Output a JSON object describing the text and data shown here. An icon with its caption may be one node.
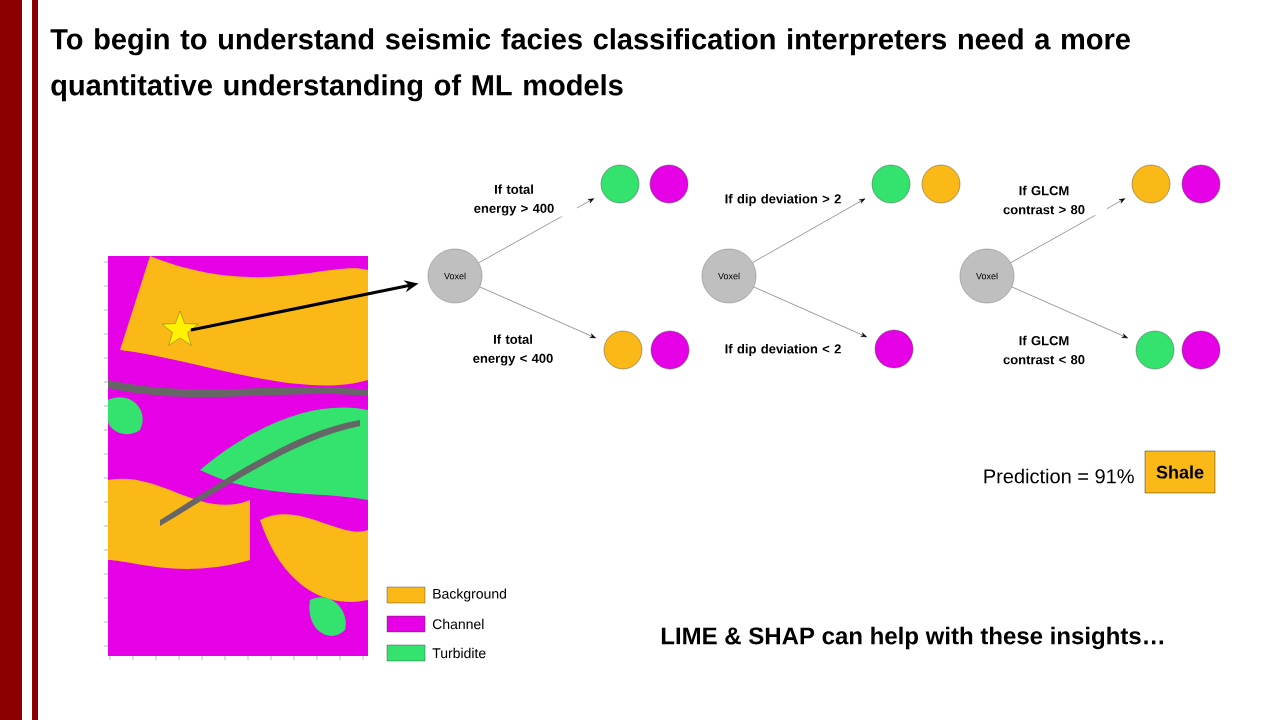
{
  "diagram": {
    "title": "To begin to understand seismic facies classification interpreters need a more quantitative understanding of ML models",
    "nodes": [
      {
        "text": [],
        "shape": "picture"
      },
      {
        "text": [],
        "shape": "star",
        "in": 0
      },
      {
        "text": [
          "Voxel"
        ]
      },
      {
        "text": [],
        "shape": "circle"
      },
      {
        "text": [],
        "shape": "circle"
      },
      {
        "text": [],
        "shape": "circle"
      },
      {
        "text": [],
        "shape": "circle"
      },
      {
        "text": [
          "Voxel"
        ]
      },
      {
        "text": [],
        "shape": "circle"
      },
      {
        "text": [],
        "shape": "circle"
      },
      {
        "text": [],
        "shape": "circle"
      },
      {
        "text": [
          "Voxel"
        ]
      },
      {
        "text": [],
        "shape": "circle"
      },
      {
        "text": [],
        "shape": "circle"
      },
      {
        "text": [],
        "shape": "circle"
      },
      {
        "text": [],
        "shape": "circle"
      },
      {
        "text": [
          "Shale"
        ],
        "beside": [
          "Prediction = 91%"
        ]
      }
    ],
    "edges": [
      {
        "from": 1,
        "to": 2,
        "arrow": "to",
        "style": "thick"
      },
      {
        "from": 2,
        "to": 3,
        "arrow": "to",
        "label": "If total energy > 400"
      },
      {
        "from": 2,
        "to": 5,
        "arrow": "to",
        "label": "If total energy < 400"
      },
      {
        "from": 7,
        "to": 8,
        "arrow": "to",
        "label": "If dip deviation > 2"
      },
      {
        "from": 7,
        "to": 10,
        "arrow": "to",
        "label": "If dip deviation < 2"
      },
      {
        "from": 11,
        "to": 12,
        "arrow": "to",
        "label": "If GLCM contrast > 80"
      },
      {
        "from": 11,
        "to": 14,
        "arrow": "to",
        "label": "If GLCM contrast < 80"
      }
    ],
    "labels": [
      "LIME & SHAP can help with these insights…"
    ],
    "legend": [
      {
        "text": "Background",
        "color": "#fbb917"
      },
      {
        "text": "Channel",
        "color": "#e600e6"
      },
      {
        "text": "Turbidite",
        "color": "#33e36e"
      }
    ]
  }
}
